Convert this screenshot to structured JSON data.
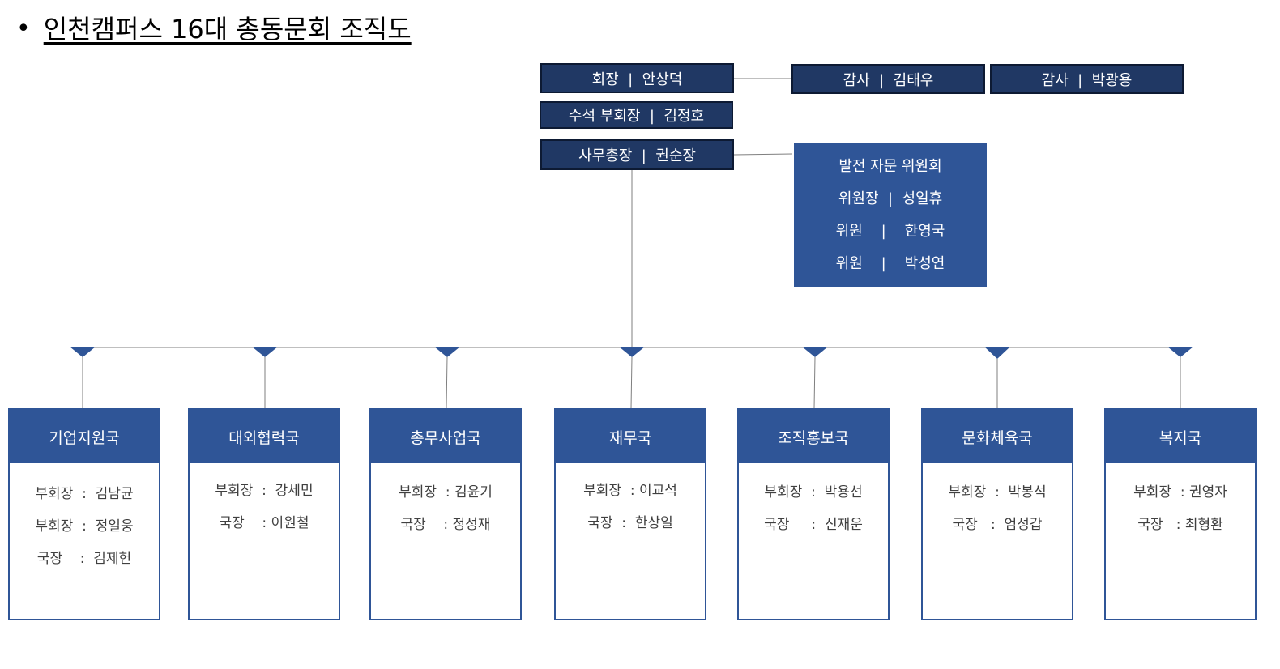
{
  "title": "인천캠퍼스 16대 총동문회 조직도",
  "leadership": {
    "president": "회장  |  안상덕",
    "senior_vp": "수석 부회장  |  김정호",
    "secretary_general": "사무총장  |  권순장",
    "auditor1": "감사  |  김태우",
    "auditor2": "감사  |  박광용"
  },
  "committee": {
    "title": "발전 자문 위원회",
    "members": [
      "위원장  |  성일휴",
      "위원    |    한영국",
      "위원    |    박성연"
    ]
  },
  "departments": [
    {
      "name": "기업지원국",
      "members": [
        "부회장  :  김남균",
        "부회장  :  정일웅",
        "국장    :  김제헌"
      ]
    },
    {
      "name": "대외협력국",
      "members": [
        "부회장  :  강세민",
        "국장    : 이원철"
      ]
    },
    {
      "name": "총무사업국",
      "members": [
        "부회장  : 김윤기",
        "국장    : 정성재"
      ]
    },
    {
      "name": "재무국",
      "members": [
        "부회장  : 이교석",
        "국장  :  한상일"
      ]
    },
    {
      "name": "조직홍보국",
      "members": [
        "부회장  :  박용선",
        "국장     :  신재운"
      ]
    },
    {
      "name": "문화체육국",
      "members": [
        "부회장  :  박봉석",
        "국장   :  엄성갑"
      ]
    },
    {
      "name": "복지국",
      "members": [
        "부회장  : 권영자",
        "국장   : 최형환"
      ]
    }
  ],
  "colors": {
    "navy": "#203864",
    "blue": "#2f5597",
    "line": "#7f7f7f"
  }
}
